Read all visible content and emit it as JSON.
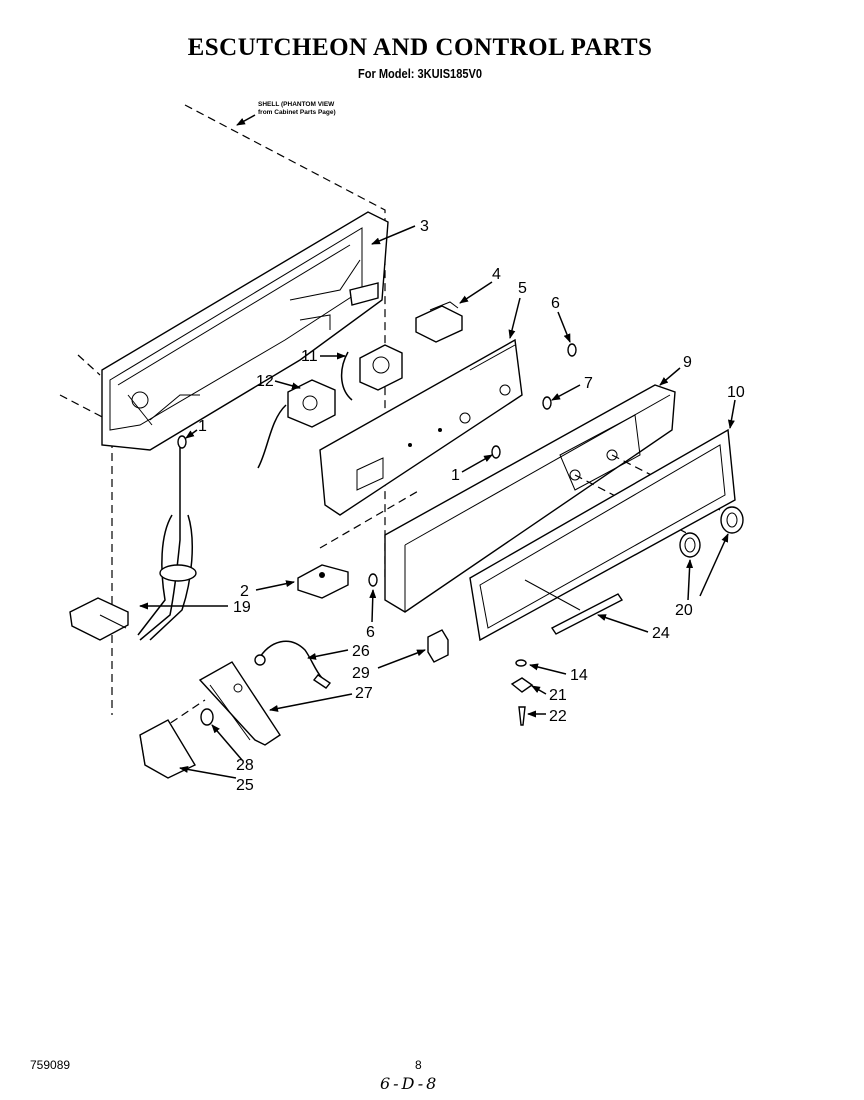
{
  "header": {
    "title": "ESCUTCHEON AND CONTROL PARTS",
    "subtitle": "For Model: 3KUIS185V0"
  },
  "note": {
    "line1": "SHELL (PHANTOM VIEW",
    "line2": "from Cabinet Parts Page)"
  },
  "callouts": [
    {
      "id": "3",
      "label": "3"
    },
    {
      "id": "4",
      "label": "4"
    },
    {
      "id": "5",
      "label": "5"
    },
    {
      "id": "6a",
      "label": "6"
    },
    {
      "id": "9",
      "label": "9"
    },
    {
      "id": "10",
      "label": "10"
    },
    {
      "id": "11",
      "label": "11"
    },
    {
      "id": "12",
      "label": "12"
    },
    {
      "id": "7",
      "label": "7"
    },
    {
      "id": "1a",
      "label": "1"
    },
    {
      "id": "1b",
      "label": "1"
    },
    {
      "id": "2",
      "label": "2"
    },
    {
      "id": "19",
      "label": "19"
    },
    {
      "id": "6b",
      "label": "6"
    },
    {
      "id": "20",
      "label": "20"
    },
    {
      "id": "24",
      "label": "24"
    },
    {
      "id": "26",
      "label": "26"
    },
    {
      "id": "29",
      "label": "29"
    },
    {
      "id": "14",
      "label": "14"
    },
    {
      "id": "27",
      "label": "27"
    },
    {
      "id": "21",
      "label": "21"
    },
    {
      "id": "22",
      "label": "22"
    },
    {
      "id": "28",
      "label": "28"
    },
    {
      "id": "25",
      "label": "25"
    }
  ],
  "footer": {
    "doc_number": "759089",
    "page_number": "8",
    "handwritten": "6-D-8"
  }
}
